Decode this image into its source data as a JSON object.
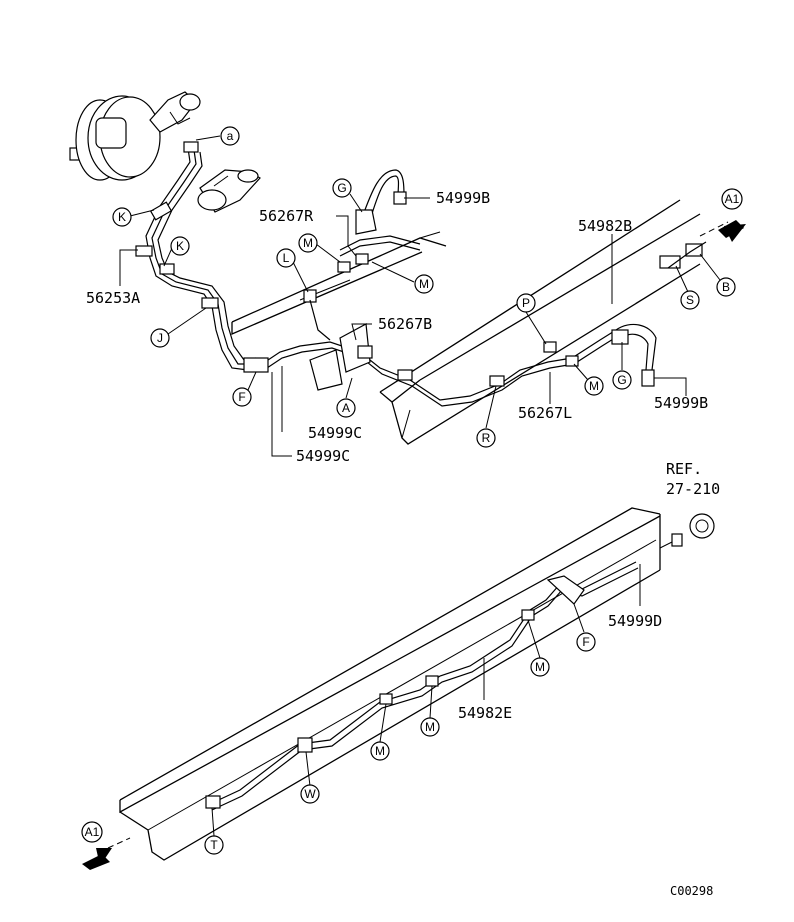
{
  "parts": {
    "p54999B_top": "54999B",
    "p56267R": "56267R",
    "p54982B": "54982B",
    "p56253A": "56253A",
    "p56267B": "56267B",
    "p56267L": "56267L",
    "p54999B_right": "54999B",
    "p54999C_a": "54999C",
    "p54999C_b": "54999C",
    "p54999D": "54999D",
    "p54982E": "54982E"
  },
  "reference": {
    "line1": "REF.",
    "line2": "27-210"
  },
  "callouts": {
    "a": "a",
    "G1": "G",
    "K1": "K",
    "K2": "K",
    "M1": "M",
    "M2": "M",
    "L": "L",
    "J": "J",
    "F1": "F",
    "A": "A",
    "P": "P",
    "S": "S",
    "B": "B",
    "M3": "M",
    "G2": "G",
    "R": "R",
    "F2": "F",
    "M4": "M",
    "M5": "M",
    "M6": "M",
    "W": "W",
    "T": "T"
  },
  "connectors": {
    "top_right": "A1",
    "bottom_left": "A1"
  },
  "drawing_code": "C00298"
}
